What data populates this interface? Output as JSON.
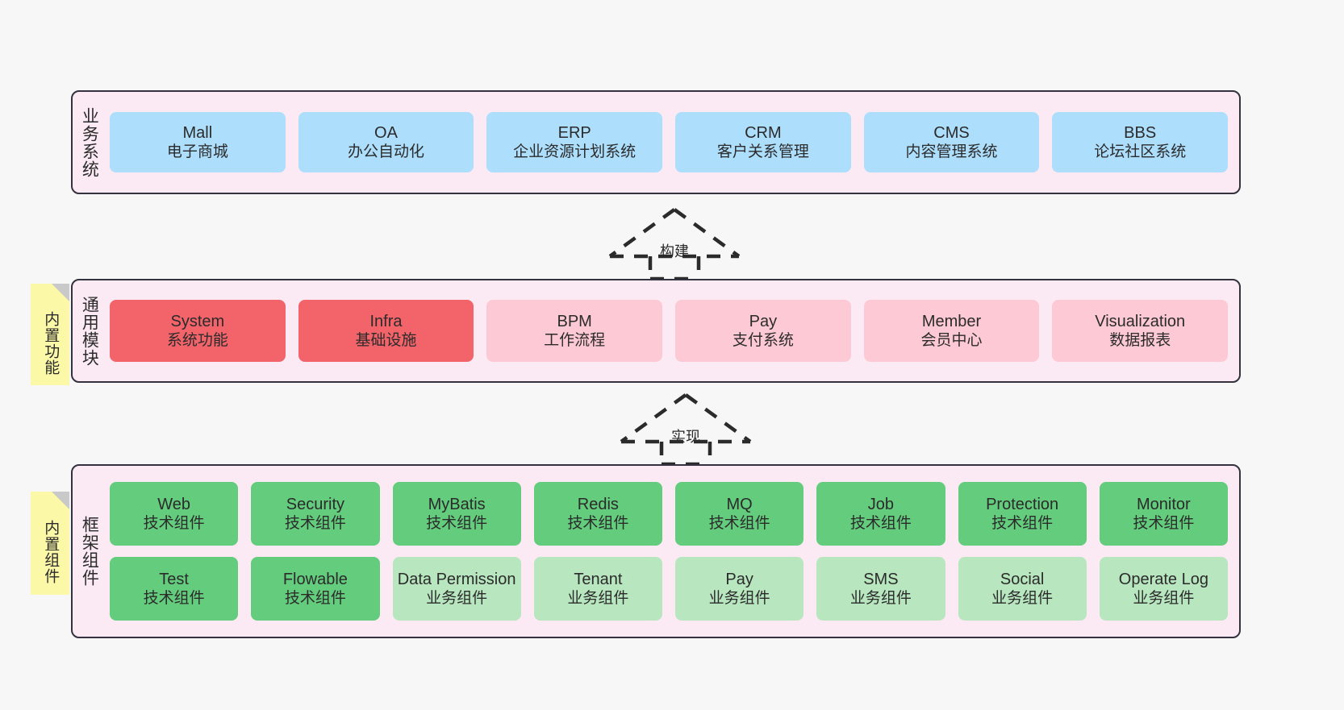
{
  "diagram": {
    "background_color": "#f7f7f7",
    "band_fill": "#fbeaf4",
    "band_border": "#33323e",
    "note_fill": "#fbf8a8",
    "colors": {
      "business_system": "#addefc",
      "core_module": "#f2646a",
      "optional_module": "#fcc9d4",
      "tech_component": "#63cc7d",
      "business_component": "#b7e6bf"
    }
  },
  "notes": [
    {
      "id": "built-in-functions",
      "label": "内置功能"
    },
    {
      "id": "built-in-components",
      "label": "内置组件"
    }
  ],
  "connectors": [
    {
      "id": "build",
      "label": "构建"
    },
    {
      "id": "implement",
      "label": "实现"
    }
  ],
  "layers": [
    {
      "id": "business-system",
      "title": "业务系统",
      "rows": [
        [
          {
            "en": "Mall",
            "cn": "电子商城",
            "color": "blue"
          },
          {
            "en": "OA",
            "cn": "办公自动化",
            "color": "blue"
          },
          {
            "en": "ERP",
            "cn": "企业资源计划系统",
            "color": "blue"
          },
          {
            "en": "CRM",
            "cn": "客户关系管理",
            "color": "blue"
          },
          {
            "en": "CMS",
            "cn": "内容管理系统",
            "color": "blue"
          },
          {
            "en": "BBS",
            "cn": "论坛社区系统",
            "color": "blue"
          }
        ]
      ]
    },
    {
      "id": "common-modules",
      "title": "通用模块",
      "rows": [
        [
          {
            "en": "System",
            "cn": "系统功能",
            "color": "red"
          },
          {
            "en": "Infra",
            "cn": "基础设施",
            "color": "red"
          },
          {
            "en": "BPM",
            "cn": "工作流程",
            "color": "pink"
          },
          {
            "en": "Pay",
            "cn": "支付系统",
            "color": "pink"
          },
          {
            "en": "Member",
            "cn": "会员中心",
            "color": "pink"
          },
          {
            "en": "Visualization",
            "cn": "数据报表",
            "color": "pink"
          }
        ]
      ]
    },
    {
      "id": "framework-components",
      "title": "框架组件",
      "rows": [
        [
          {
            "en": "Web",
            "cn": "技术组件",
            "color": "green"
          },
          {
            "en": "Security",
            "cn": "技术组件",
            "color": "green"
          },
          {
            "en": "MyBatis",
            "cn": "技术组件",
            "color": "green"
          },
          {
            "en": "Redis",
            "cn": "技术组件",
            "color": "green"
          },
          {
            "en": "MQ",
            "cn": "技术组件",
            "color": "green"
          },
          {
            "en": "Job",
            "cn": "技术组件",
            "color": "green"
          },
          {
            "en": "Protection",
            "cn": "技术组件",
            "color": "green"
          },
          {
            "en": "Monitor",
            "cn": "技术组件",
            "color": "green"
          }
        ],
        [
          {
            "en": "Test",
            "cn": "技术组件",
            "color": "green"
          },
          {
            "en": "Flowable",
            "cn": "技术组件",
            "color": "green"
          },
          {
            "en": "Data Permission",
            "cn": "业务组件",
            "color": "lightgreen"
          },
          {
            "en": "Tenant",
            "cn": "业务组件",
            "color": "lightgreen"
          },
          {
            "en": "Pay",
            "cn": "业务组件",
            "color": "lightgreen"
          },
          {
            "en": "SMS",
            "cn": "业务组件",
            "color": "lightgreen"
          },
          {
            "en": "Social",
            "cn": "业务组件",
            "color": "lightgreen"
          },
          {
            "en": "Operate Log",
            "cn": "业务组件",
            "color": "lightgreen"
          }
        ]
      ]
    }
  ]
}
